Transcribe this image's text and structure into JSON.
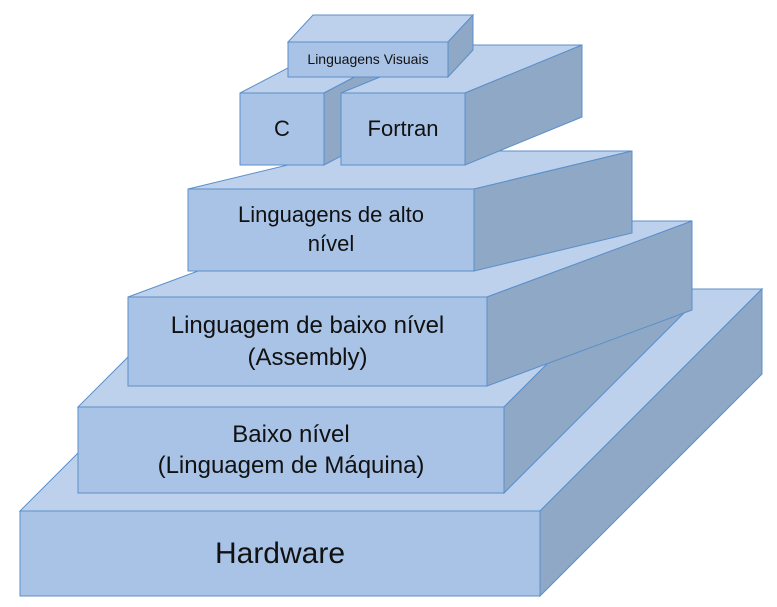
{
  "diagram": {
    "layers": [
      {
        "id": "hardware",
        "lines": [
          "Hardware"
        ]
      },
      {
        "id": "machine-language",
        "lines": [
          "Baixo nível",
          "(Linguagem de Máquina)"
        ]
      },
      {
        "id": "assembly",
        "lines": [
          "Linguagem de baixo nível",
          "(Assembly)"
        ]
      },
      {
        "id": "high-level",
        "lines": [
          "Linguagens de alto",
          "nível"
        ]
      },
      {
        "id": "c",
        "lines": [
          "C"
        ]
      },
      {
        "id": "fortran",
        "lines": [
          "Fortran"
        ]
      },
      {
        "id": "visual-languages",
        "lines": [
          "Linguagens Visuais"
        ]
      }
    ],
    "colors": {
      "front": "#a9c3e6",
      "top": "#bdd1ec",
      "side": "#8ea8c6",
      "outline": "#5b8fc9",
      "text": "#111111"
    }
  }
}
